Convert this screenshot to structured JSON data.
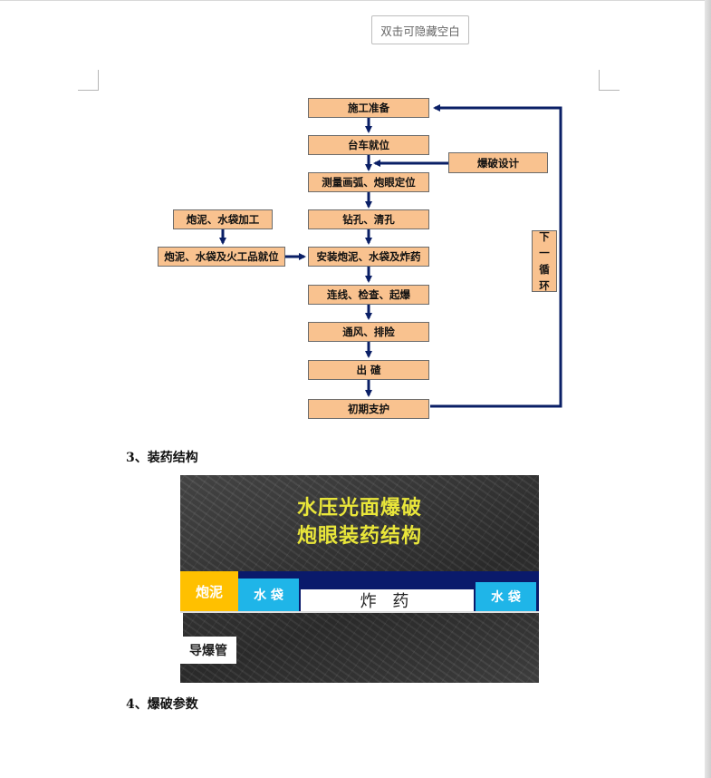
{
  "toolbar": {
    "hide_blank_label": "双击可隐藏空白"
  },
  "flowchart": {
    "main_steps": [
      "施工准备",
      "台车就位",
      "测量画弧、炮眼定位",
      "钻孔、清孔",
      "安装炮泥、水袋及炸药",
      "连线、检查、起爆",
      "通风、排险",
      "出 碴",
      "初期支护"
    ],
    "blast_design": "爆破设计",
    "stemming_processing": "炮泥、水袋加工",
    "stemming_in_place": "炮泥、水袋及火工品就位",
    "next_cycle": [
      "下",
      "一",
      "循",
      "环"
    ],
    "box_color": "#f9c28f",
    "arrow_color": "#0a1f66"
  },
  "sections": {
    "charge_structure_heading": "3、装药结构",
    "blast_params_heading": "4、爆破参数"
  },
  "charge_diagram": {
    "title_line1": "水压光面爆破",
    "title_line2": "炮眼装药结构",
    "stemming": "炮泥",
    "water_bag_left": "水 袋",
    "explosive": "炸 药",
    "water_bag_right": "水 袋",
    "detonator_tube": "导爆管",
    "title_color": "#e9e63a"
  }
}
